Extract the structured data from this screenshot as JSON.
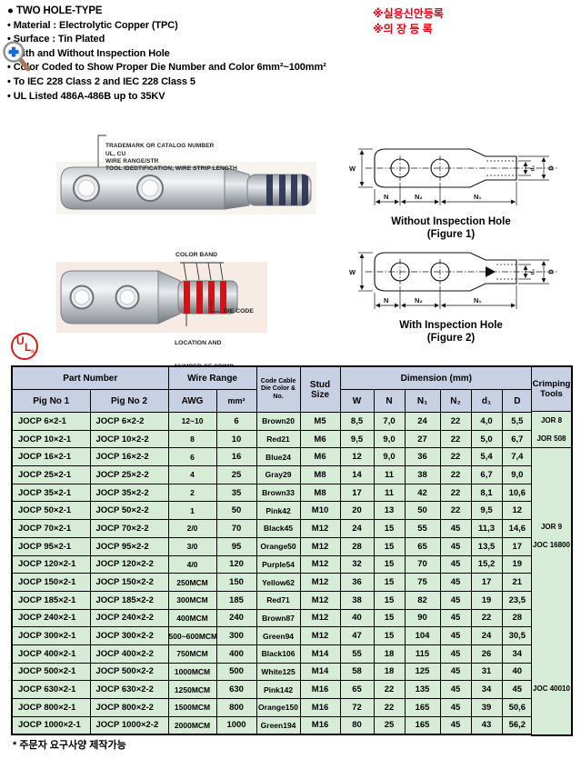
{
  "top": {
    "title": "● TWO HOLE-TYPE",
    "bullets": [
      "• Material : Electrolytic Copper (TPC)",
      "• Surface : Tin Plated",
      "• With and Without Inspection Hole",
      "• Color Coded to Show Proper Die Number and Color 6mm²~100mm²",
      "• To IEC 228 Class 2 and IEC 228 Class 5",
      "• UL Listed 486A-486B up to 35KV"
    ],
    "registration_lines": [
      "※실용신안등록",
      "※의 장 등 록"
    ]
  },
  "photo1": {
    "annotations": [
      "TRADEMARK OR CATALOG NUMBER",
      "UL, CU",
      "WIRE RANGE/STR",
      "TOOL IDEDTIFICATION, WIRE STRIP LENGTH"
    ]
  },
  "photo2": {
    "color_band_label": "COLOR BAND",
    "die_code_label": "DIE CODE",
    "crimp_label_line1": "LOCATION AND",
    "crimp_label_line2": "NUMBER OF CRIMP"
  },
  "figures": {
    "dim_labels": {
      "w": "W",
      "n": "N",
      "n1": "N₁",
      "n2": "N₂",
      "d1": "d₁",
      "d": "D"
    },
    "fig1": {
      "caption": "Without Inspection Hole",
      "sub": "(Figure 1)"
    },
    "fig2": {
      "caption": "With Inspection Hole",
      "sub": "(Figure 2)"
    }
  },
  "ul_mark": {
    "u": "U",
    "l": "L",
    "reg": "®"
  },
  "table": {
    "group_headers": {
      "part_number": "Part Number",
      "wire_range": "Wire Range",
      "stud_size": "Stud Size",
      "dimension": "Dimension (mm)",
      "crimping": "Crimping Tools"
    },
    "code_lines": [
      "Code Cable",
      "Die Color &",
      "No."
    ],
    "col_headers": {
      "pig1": "Pig No 1",
      "pig2": "Pig No 2",
      "awg": "AWG",
      "mm2": "mm²",
      "w": "W",
      "n": "N",
      "n1": "N₁",
      "n2": "N₂",
      "d1": "d₁",
      "d": "D"
    },
    "rows": [
      [
        "JOCP 6×2-1",
        "JOCP 6×2-2",
        "12~10",
        "6",
        "Brown20",
        "M5",
        "8,5",
        "7,0",
        "24",
        "22",
        "4,0",
        "5,5"
      ],
      [
        "JOCP 10×2-1",
        "JOCP 10×2-2",
        "8",
        "10",
        "Red21",
        "M6",
        "9,5",
        "9,0",
        "27",
        "22",
        "5,0",
        "6,7"
      ],
      [
        "JOCP 16×2-1",
        "JOCP 16×2-2",
        "6",
        "16",
        "Blue24",
        "M6",
        "12",
        "9,0",
        "36",
        "22",
        "5,4",
        "7,4"
      ],
      [
        "JOCP 25×2-1",
        "JOCP 25×2-2",
        "4",
        "25",
        "Gray29",
        "M8",
        "14",
        "11",
        "38",
        "22",
        "6,7",
        "9,0"
      ],
      [
        "JOCP 35×2-1",
        "JOCP 35×2-2",
        "2",
        "35",
        "Brown33",
        "M8",
        "17",
        "11",
        "42",
        "22",
        "8,1",
        "10,6"
      ],
      [
        "JOCP 50×2-1",
        "JOCP 50×2-2",
        "1",
        "50",
        "Pink42",
        "M10",
        "20",
        "13",
        "50",
        "22",
        "9,5",
        "12"
      ],
      [
        "JOCP 70×2-1",
        "JOCP 70×2-2",
        "2/0",
        "70",
        "Black45",
        "M12",
        "24",
        "15",
        "55",
        "45",
        "11,3",
        "14,6"
      ],
      [
        "JOCP 95×2-1",
        "JOCP 95×2-2",
        "3/0",
        "95",
        "Orange50",
        "M12",
        "28",
        "15",
        "65",
        "45",
        "13,5",
        "17"
      ],
      [
        "JOCP 120×2-1",
        "JOCP 120×2-2",
        "4/0",
        "120",
        "Purple54",
        "M12",
        "32",
        "15",
        "70",
        "45",
        "15,2",
        "19"
      ],
      [
        "JOCP 150×2-1",
        "JOCP 150×2-2",
        "250MCM",
        "150",
        "Yellow62",
        "M12",
        "36",
        "15",
        "75",
        "45",
        "17",
        "21"
      ],
      [
        "JOCP 185×2-1",
        "JOCP 185×2-2",
        "300MCM",
        "185",
        "Red71",
        "M12",
        "38",
        "15",
        "82",
        "45",
        "19",
        "23,5"
      ],
      [
        "JOCP 240×2-1",
        "JOCP 240×2-2",
        "400MCM",
        "240",
        "Brown87",
        "M12",
        "40",
        "15",
        "90",
        "45",
        "22",
        "28"
      ],
      [
        "JOCP 300×2-1",
        "JOCP 300×2-2",
        "500~600MCM",
        "300",
        "Green94",
        "M12",
        "47",
        "15",
        "104",
        "45",
        "24",
        "30,5"
      ],
      [
        "JOCP 400×2-1",
        "JOCP 400×2-2",
        "750MCM",
        "400",
        "Black106",
        "M14",
        "55",
        "18",
        "115",
        "45",
        "26",
        "34"
      ],
      [
        "JOCP 500×2-1",
        "JOCP 500×2-2",
        "1000MCM",
        "500",
        "White125",
        "M14",
        "58",
        "18",
        "125",
        "45",
        "31",
        "40"
      ],
      [
        "JOCP 630×2-1",
        "JOCP 630×2-2",
        "1250MCM",
        "630",
        "Pink142",
        "M16",
        "65",
        "22",
        "135",
        "45",
        "34",
        "45"
      ],
      [
        "JOCP 800×2-1",
        "JOCP 800×2-2",
        "1500MCM",
        "800",
        "Orange150",
        "M16",
        "72",
        "22",
        "165",
        "45",
        "39",
        "50,6"
      ],
      [
        "JOCP 1000×2-1",
        "JOCP 1000×2-2",
        "2000MCM",
        "1000",
        "Green194",
        "M16",
        "80",
        "25",
        "165",
        "45",
        "43",
        "56,2"
      ]
    ],
    "crimping_tools": {
      "group1": [
        "JOR 8",
        "JOR 508"
      ],
      "group2": [
        "JOR 9",
        "JOC 16800",
        "JOC 40010"
      ]
    }
  },
  "footer_note": "* 주문자 요구사양 제작가능",
  "colors": {
    "header_bg": "#c8d0e4",
    "row_bg": "#d6ecd6",
    "accent_red": "#e80011",
    "ul_red": "#d21c1c",
    "band_blue": "#2a3150",
    "band_red": "#d01317"
  }
}
